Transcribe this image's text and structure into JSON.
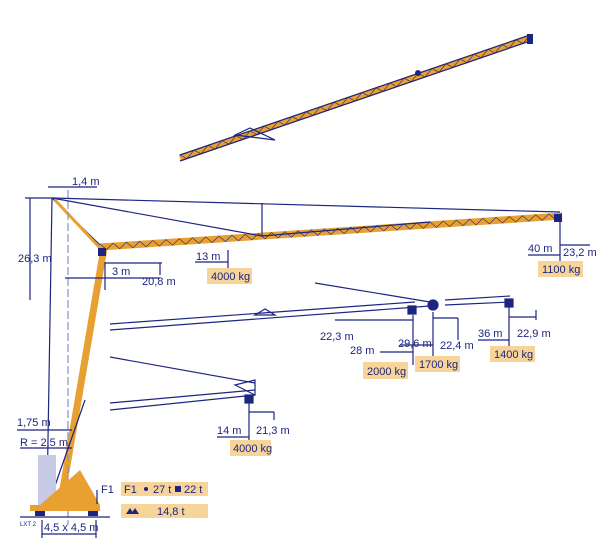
{
  "colors": {
    "structure": "#1c2580",
    "crane": "#e8a030",
    "label_bg": "#f7d49a"
  },
  "dimensions": {
    "offset_top": "1,4 m",
    "height_total": "26,3 m",
    "offset_3": "3 m",
    "hook_height_main": "20,8 m",
    "r_13": "13 m",
    "r_40": "40 m",
    "h_40": "23,2 m",
    "h_28": "22,3 m",
    "r_28": "28 m",
    "r_29_6": "29,6 m",
    "h_29_6": "22,4 m",
    "r_36": "36 m",
    "h_36": "22,9 m",
    "r_14": "14 m",
    "h_14": "21,3 m",
    "offset_175": "1,75 m",
    "radius": "R = 2,5 m",
    "base": "4,5 x 4,5 m",
    "model": "LXT 2",
    "force": "F1"
  },
  "loads": {
    "at_13": "4000 kg",
    "at_40": "1100 kg",
    "at_28": "2000 kg",
    "at_29_6": "1700 kg",
    "at_36": "1400 kg",
    "at_14": "4000 kg"
  },
  "table": {
    "f1_label": "F1",
    "f1_circle": "27 t",
    "f1_square": "22 t",
    "ballast_icon": "ballast-icon",
    "ballast_value": "14,8 t"
  }
}
